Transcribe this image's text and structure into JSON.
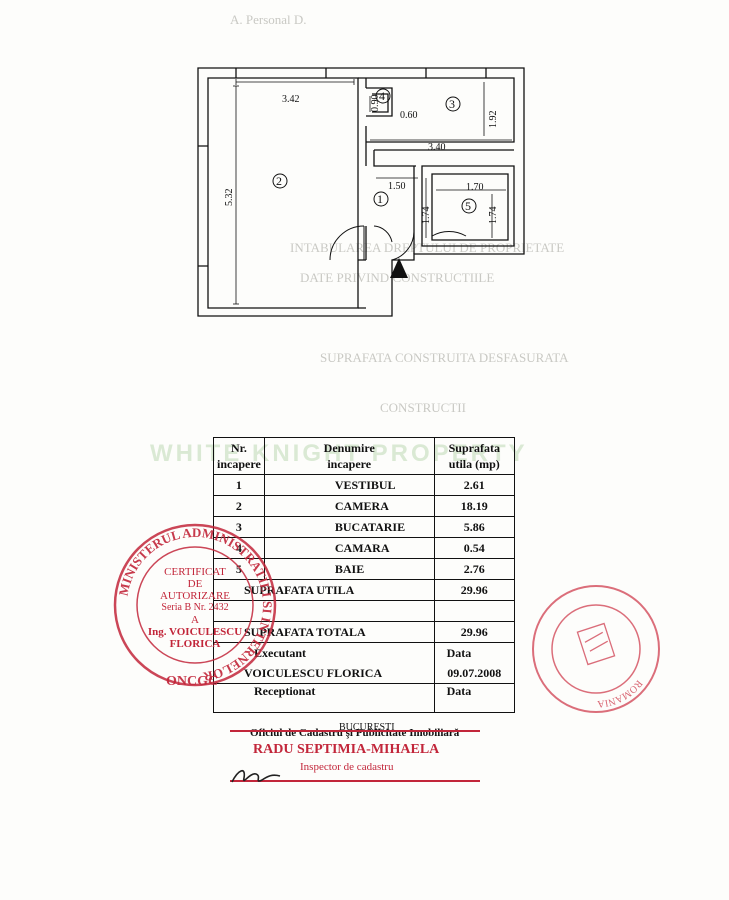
{
  "plan": {
    "dimensions": [
      "3.42",
      "5.32",
      "0.90",
      "0.60",
      "1.92",
      "3.40",
      "1.50",
      "1.70",
      "1.74",
      "1.74"
    ],
    "room_numbers": [
      "1",
      "2",
      "3",
      "4",
      "5"
    ]
  },
  "table": {
    "headers": {
      "nr": [
        "Nr.",
        "incapere"
      ],
      "name": [
        "Denumire",
        "incapere"
      ],
      "area": [
        "Suprafata",
        "utila (mp)"
      ]
    },
    "rows": [
      {
        "nr": "1",
        "name": "VESTIBUL",
        "area": "2.61"
      },
      {
        "nr": "2",
        "name": "CAMERA",
        "area": "18.19"
      },
      {
        "nr": "3",
        "name": "BUCATARIE",
        "area": "5.86"
      },
      {
        "nr": "4",
        "name": "CAMARA",
        "area": "0.54"
      },
      {
        "nr": "5",
        "name": "BAIE",
        "area": "2.76"
      }
    ],
    "util_label": "SUPRAFATA UTILA",
    "util_value": "29.96",
    "total_label": "SUPRAFATA TOTALA",
    "total_value": "29.96",
    "executant_label": "Executant",
    "data_label": "Data",
    "executant_name": "VOICULESCU FLORICA",
    "executant_date": "09.07.2008",
    "receptionat_label": "Receptionat",
    "receptionat_data_label": "Data"
  },
  "stamp_left": {
    "ring": "MINISTERUL ADMINISTRATIEI SI INTERNELOR",
    "bottom": "ONCGC",
    "line1": "CERTIFICAT",
    "line2": "DE",
    "line3": "AUTORIZARE",
    "line4": "Seria B Nr. 2432",
    "line5": "A",
    "line6": "Ing. VOICULESCU",
    "line7": "FLORICA"
  },
  "stamp_right": {
    "ring": "ROMANIA"
  },
  "inspector_stamp": {
    "office": "Oficiul de Cadastru şi Publicitate Imobiliară",
    "city": "BUCUREŞTI",
    "name": "RADU SEPTIMIA-MIHAELA",
    "role": "Inspector de cadastru"
  },
  "colors": {
    "stamp_red": "#c2263a",
    "stamp_red_light": "#d24a5a",
    "watermark": "#cfe3c8",
    "ink": "#111111"
  }
}
